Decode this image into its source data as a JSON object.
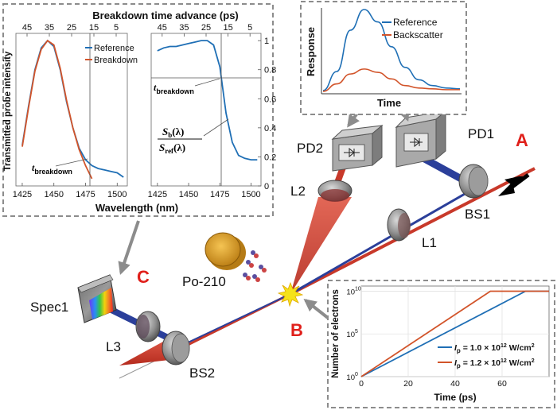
{
  "colors": {
    "reference": "#1f6fb5",
    "breakdown": "#d2542a",
    "panel_label": "#e0201b",
    "beam_red": "#d8402f",
    "beam_blue": "#2b3f9a"
  },
  "panel_labels": {
    "a": "A",
    "b": "B",
    "c": "C"
  },
  "components": {
    "pd1": "PD1",
    "pd2": "PD2",
    "l1": "L1",
    "l2": "L2",
    "l3": "L3",
    "bs1": "BS1",
    "bs2": "BS2",
    "spec1": "Spec1",
    "source": "Po-210"
  },
  "spectra_panel": {
    "top_title": "Breakdown time advance (ps)",
    "top_ticks": [
      "45",
      "35",
      "25",
      "15",
      "5",
      "45",
      "35",
      "25",
      "15",
      "5"
    ],
    "ylabel": "Transmitted probe intensity",
    "xlabel": "Wavelength (nm)",
    "x_ticks_left": [
      "1425",
      "1450",
      "1475",
      "1500"
    ],
    "x_ticks_right": [
      "1425",
      "1450",
      "1475",
      "1500"
    ],
    "y_ticks_right": [
      "1",
      "0.8",
      "0.6",
      "0.4",
      "0.2",
      "0"
    ],
    "legend": [
      "Reference",
      "Breakdown"
    ],
    "t_breakdown_main": "t",
    "t_breakdown_sub": "breakdown",
    "ratio_num": "S",
    "ratio_num_sub": "b",
    "ratio_num_arg": "(λ)",
    "ratio_den": "S",
    "ratio_den_sub": "ref",
    "ratio_den_arg": "(λ)"
  },
  "response_panel": {
    "ylabel": "Response",
    "xlabel": "Time",
    "legend": [
      "Reference",
      "Backscatter"
    ]
  },
  "electron_panel": {
    "ylabel": "Number of electrons",
    "xlabel": "Time (ps)",
    "x_ticks": [
      "0",
      "20",
      "40",
      "60"
    ],
    "y_ticks": [
      "10",
      "10",
      "10"
    ],
    "y_exp": [
      "0",
      "5",
      "10"
    ],
    "legend": [
      {
        "pre": "I",
        "sub": "p",
        "val": " = 1.0 × 10",
        "exp": "12",
        "unit": " W/cm",
        "unit_exp": "2"
      },
      {
        "pre": "I",
        "sub": "p",
        "val": " = 1.2 × 10",
        "exp": "12",
        "unit": " W/cm",
        "unit_exp": "2"
      }
    ]
  },
  "chart_data": [
    {
      "type": "line",
      "title": "Breakdown time advance (ps)",
      "xlabel": "Wavelength (nm)",
      "ylabel": "Transmitted probe intensity",
      "xlim": [
        1420,
        1508
      ],
      "series": [
        {
          "name": "Reference",
          "x": [
            1425,
            1430,
            1435,
            1440,
            1445,
            1450,
            1455,
            1460,
            1465,
            1470,
            1475,
            1480,
            1485,
            1490,
            1495,
            1500,
            1505
          ],
          "y": [
            0.28,
            0.55,
            0.8,
            0.95,
            1.0,
            0.96,
            0.8,
            0.58,
            0.4,
            0.26,
            0.18,
            0.14,
            0.12,
            0.11,
            0.1,
            0.09,
            0.06
          ]
        },
        {
          "name": "Breakdown",
          "x": [
            1425,
            1430,
            1435,
            1440,
            1445,
            1450,
            1455,
            1460,
            1465,
            1470,
            1475,
            1480
          ],
          "y": [
            0.27,
            0.54,
            0.79,
            0.94,
            1.0,
            0.97,
            0.81,
            0.59,
            0.4,
            0.25,
            0.14,
            0.05
          ]
        }
      ]
    },
    {
      "type": "line",
      "xlabel": "Wavelength (nm)",
      "ylabel": "",
      "xlim": [
        1420,
        1508
      ],
      "ylim": [
        0,
        1.05
      ],
      "series": [
        {
          "x": [
            1425,
            1430,
            1435,
            1440,
            1445,
            1450,
            1455,
            1460,
            1465,
            1470,
            1475,
            1480,
            1485,
            1490,
            1495,
            1500,
            1505
          ],
          "y": [
            0.93,
            0.95,
            0.96,
            0.96,
            0.97,
            0.98,
            0.99,
            1.0,
            1.0,
            0.97,
            0.82,
            0.5,
            0.3,
            0.21,
            0.19,
            0.18,
            0.18
          ]
        }
      ]
    },
    {
      "type": "line",
      "xlabel": "Time",
      "ylabel": "Response",
      "series": [
        {
          "name": "Reference",
          "y": [
            0.02,
            0.25,
            0.75,
            1.0,
            0.85,
            0.55,
            0.3,
            0.15,
            0.08,
            0.05,
            0.04
          ]
        },
        {
          "name": "Backscatter",
          "y": [
            0.01,
            0.1,
            0.22,
            0.28,
            0.24,
            0.16,
            0.08,
            0.05,
            0.04,
            0.03,
            0.03
          ]
        }
      ]
    },
    {
      "type": "line",
      "xlabel": "Time (ps)",
      "ylabel": "Number of electrons",
      "xlim": [
        0,
        80
      ],
      "ylog": true,
      "series": [
        {
          "name": "Ip = 1.0 × 10^12 W/cm^2",
          "x": [
            0,
            70,
            80
          ],
          "y": [
            1,
            10000000000.0,
            10000000000.0
          ]
        },
        {
          "name": "Ip = 1.2 × 10^12 W/cm^2",
          "x": [
            0,
            55,
            80
          ],
          "y": [
            1,
            10000000000.0,
            10000000000.0
          ]
        }
      ]
    }
  ]
}
